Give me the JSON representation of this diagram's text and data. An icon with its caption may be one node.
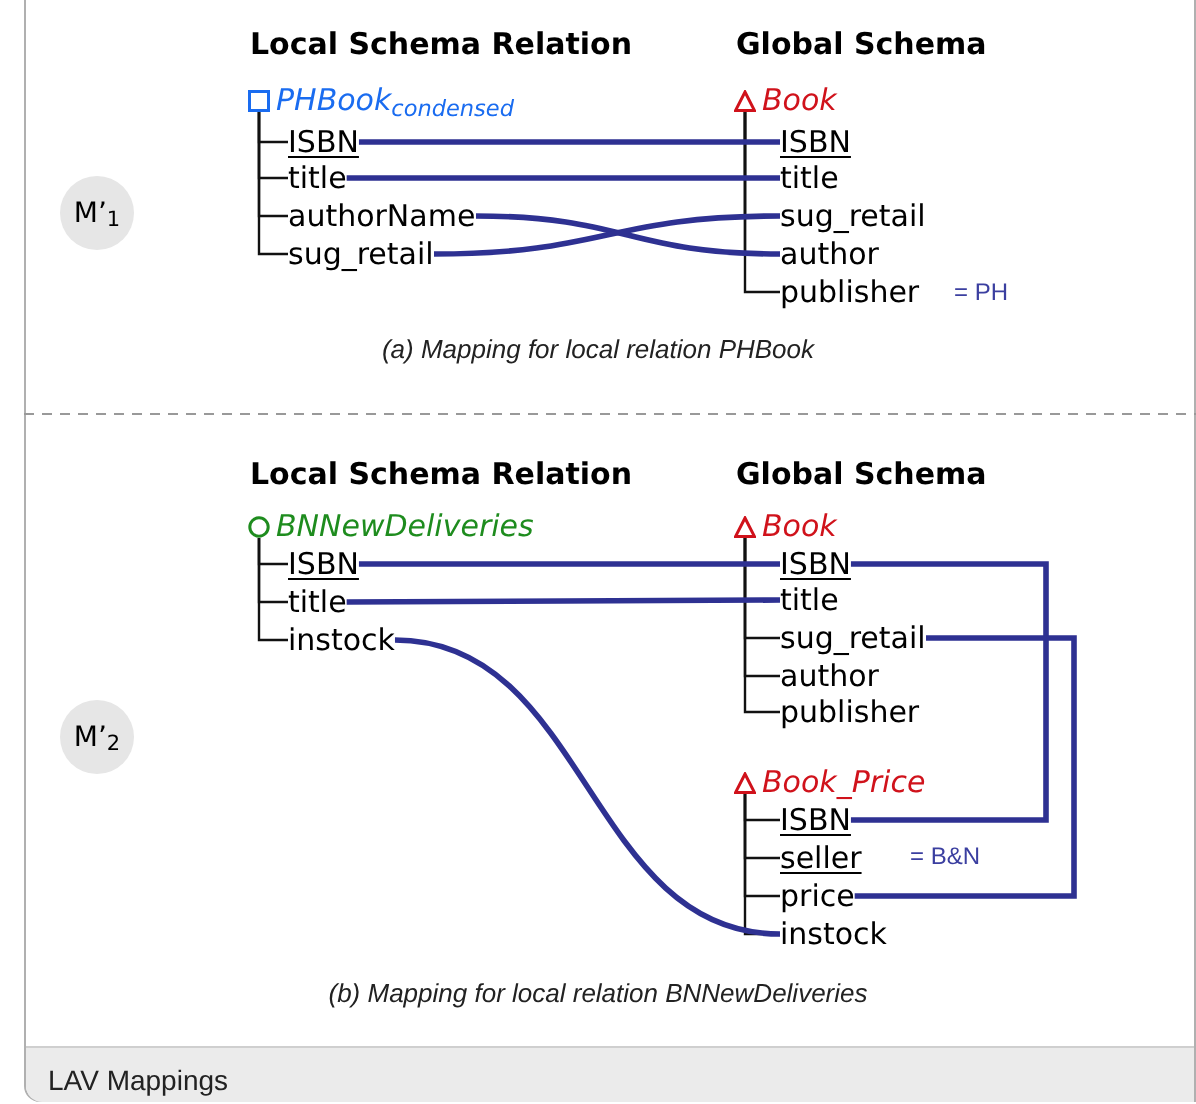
{
  "diagram": {
    "nodes": [
      {
        "text": [
          "M’$_{1}$"
        ]
      },
      {
        "text": [
          "PHBook$_{condensed}$"
        ]
      },
      {
        "text": [
          "ISBN"
        ]
      },
      {
        "text": [
          "title"
        ]
      },
      {
        "text": [
          "authorName"
        ]
      },
      {
        "text": [
          "sug_retail"
        ]
      },
      {
        "text": [
          "Book"
        ]
      },
      {
        "text": [
          "ISBN"
        ]
      },
      {
        "text": [
          "title"
        ]
      },
      {
        "text": [
          "sug_retail"
        ]
      },
      {
        "text": [
          "author"
        ]
      },
      {
        "text": [
          "publisher"
        ],
        "beside": [
          "= PH"
        ]
      },
      {
        "text": [
          "M’$_{2}$"
        ]
      },
      {
        "text": [
          "BNNewDeliveries"
        ]
      },
      {
        "text": [
          "ISBN"
        ]
      },
      {
        "text": [
          "title"
        ]
      },
      {
        "text": [
          "instock"
        ]
      },
      {
        "text": [
          "Book"
        ]
      },
      {
        "text": [
          "ISBN"
        ]
      },
      {
        "text": [
          "title"
        ]
      },
      {
        "text": [
          "sug_retail"
        ]
      },
      {
        "text": [
          "author"
        ]
      },
      {
        "text": [
          "publisher"
        ]
      },
      {
        "text": [
          "Book_Price"
        ]
      },
      {
        "text": [
          "ISBN"
        ]
      },
      {
        "text": [
          "seller"
        ],
        "beside": [
          "= B&N"
        ]
      },
      {
        "text": [
          "price"
        ]
      },
      {
        "text": [
          "instock"
        ]
      }
    ],
    "edges": [
      {
        "from": 1,
        "to": 2,
        "arrow": "none"
      },
      {
        "from": 1,
        "to": 3,
        "arrow": "none"
      },
      {
        "from": 1,
        "to": 4,
        "arrow": "none"
      },
      {
        "from": 1,
        "to": 5,
        "arrow": "none"
      },
      {
        "from": 6,
        "to": 7,
        "arrow": "none"
      },
      {
        "from": 6,
        "to": 8,
        "arrow": "none"
      },
      {
        "from": 6,
        "to": 9,
        "arrow": "none"
      },
      {
        "from": 6,
        "to": 10,
        "arrow": "none"
      },
      {
        "from": 6,
        "to": 11,
        "arrow": "none"
      },
      {
        "from": 2,
        "to": 7,
        "arrow": "none",
        "style": "thick",
        "color": "#2e3192"
      },
      {
        "from": 3,
        "to": 8,
        "arrow": "none",
        "style": "thick",
        "color": "#2e3192"
      },
      {
        "from": 4,
        "to": 10,
        "arrow": "none",
        "style": "thick",
        "color": "#2e3192"
      },
      {
        "from": 5,
        "to": 9,
        "arrow": "none",
        "style": "thick",
        "color": "#2e3192"
      },
      {
        "from": 13,
        "to": 14,
        "arrow": "none"
      },
      {
        "from": 13,
        "to": 15,
        "arrow": "none"
      },
      {
        "from": 13,
        "to": 16,
        "arrow": "none"
      },
      {
        "from": 17,
        "to": 18,
        "arrow": "none"
      },
      {
        "from": 17,
        "to": 19,
        "arrow": "none"
      },
      {
        "from": 17,
        "to": 20,
        "arrow": "none"
      },
      {
        "from": 17,
        "to": 21,
        "arrow": "none"
      },
      {
        "from": 17,
        "to": 22,
        "arrow": "none"
      },
      {
        "from": 23,
        "to": 24,
        "arrow": "none"
      },
      {
        "from": 23,
        "to": 25,
        "arrow": "none"
      },
      {
        "from": 23,
        "to": 26,
        "arrow": "none"
      },
      {
        "from": 23,
        "to": 27,
        "arrow": "none"
      },
      {
        "from": 14,
        "to": 18,
        "arrow": "none",
        "style": "thick",
        "color": "#2e3192"
      },
      {
        "from": 15,
        "to": 19,
        "arrow": "none",
        "style": "thick",
        "color": "#2e3192"
      },
      {
        "from": 16,
        "to": 27,
        "arrow": "none",
        "style": "thick",
        "color": "#2e3192"
      },
      {
        "from": 18,
        "to": 24,
        "arrow": "none",
        "style": "thick",
        "color": "#2e3192"
      },
      {
        "from": 20,
        "to": 26,
        "arrow": "none",
        "style": "thick",
        "color": "#2e3192"
      }
    ],
    "labels": [
      "Local Schema Relation",
      "Global Schema",
      "(a) Mapping for local relation PHBook",
      "Local Schema Relation",
      "Global Schema",
      "(b) Mapping for local relation BNNewDeliveries",
      "LAV Mappings"
    ]
  }
}
